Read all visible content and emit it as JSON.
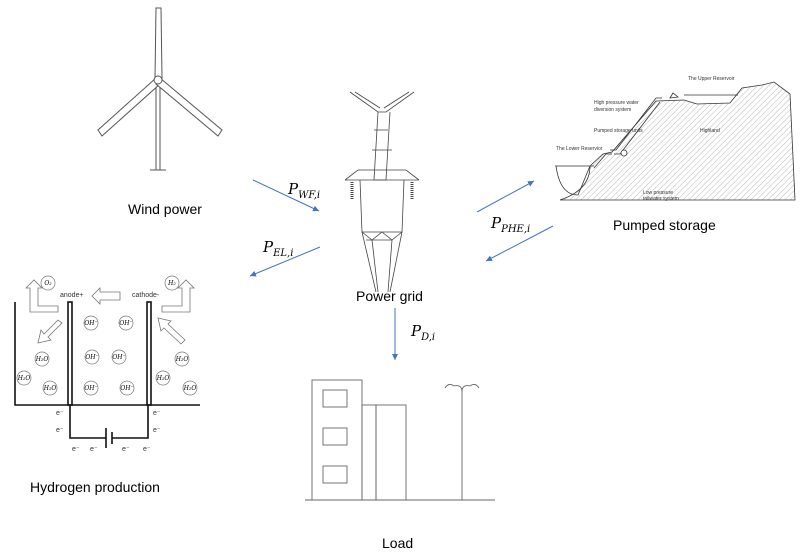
{
  "labels": {
    "wind": "Wind power",
    "grid": "Power grid",
    "pumped": "Pumped storage",
    "hydrogen": "Hydrogen production",
    "load": "Load"
  },
  "flows": {
    "wf": {
      "main": "P",
      "sub": "WF,i"
    },
    "el": {
      "main": "P",
      "sub": "EL,i"
    },
    "phe": {
      "main": "P",
      "sub": "PHE,i"
    },
    "d": {
      "main": "P",
      "sub": "D,i"
    }
  },
  "pumped_storage": {
    "upper": "The Upper Reservoir",
    "high": "High pressure water",
    "high2": "diversion system",
    "units": "Pumped storage units",
    "lower": "The Lower Reservior",
    "highland": "Highland",
    "low": "Low pressure",
    "low2": "tailwater system"
  },
  "electrolyzer": {
    "anode": "anode+",
    "cathode": "cathode-",
    "o2": "O₂",
    "h2": "H₂",
    "oh": "OH⁻",
    "h2o": "H₂O",
    "e": "e⁻"
  },
  "colors": {
    "arrow": "#4472c4"
  }
}
